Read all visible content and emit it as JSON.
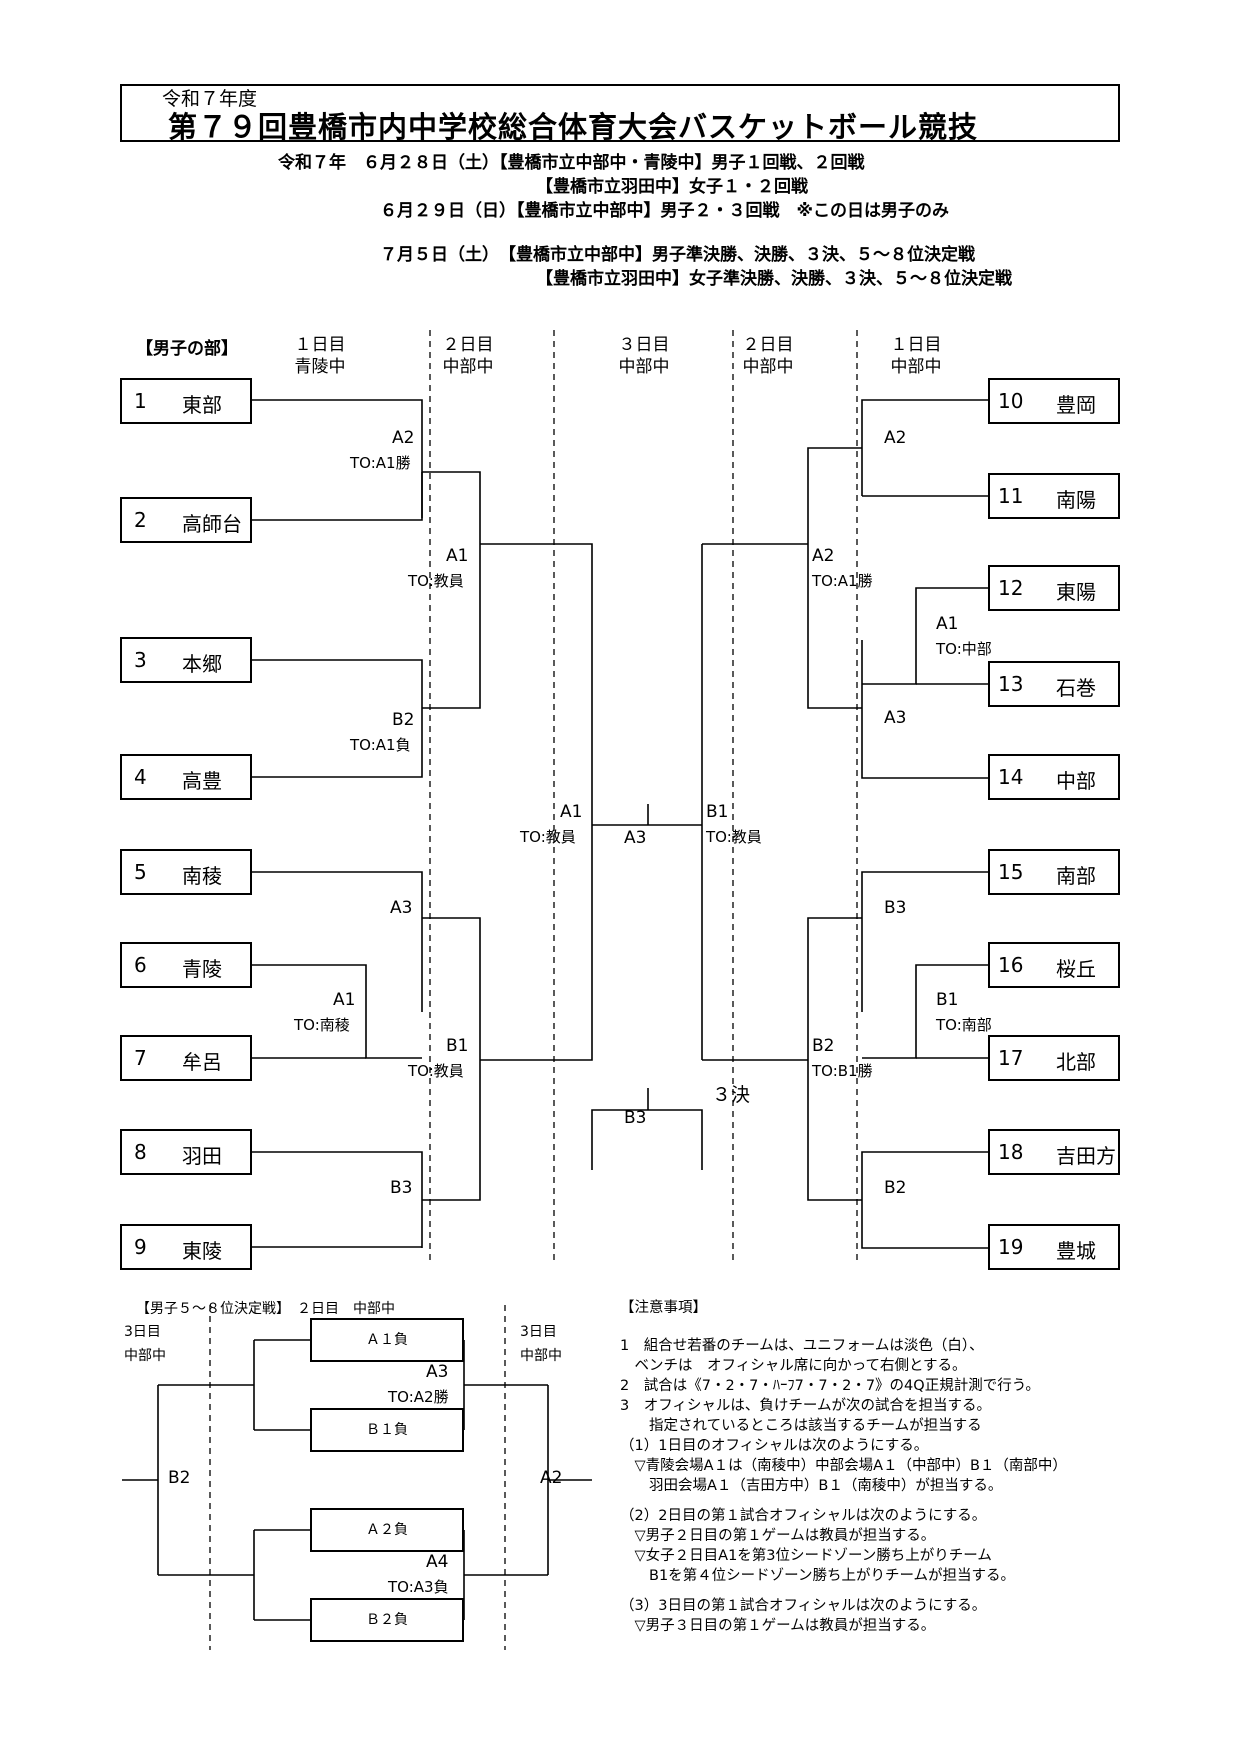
{
  "header": {
    "era": "令和７年度",
    "title": "第７９回豊橋市内中学校総合体育大会バスケットボール競技",
    "schedule": [
      "令和７年　６月２８日（土）【豊橋市立中部中・青陵中】男子１回戦、２回戦",
      "【豊橋市立羽田中】女子１・２回戦",
      "６月２９日（日）【豊橋市立中部中】男子２・３回戦　※この日は男子のみ",
      "７月５日（土）　【豊橋市立中部中】男子準決勝、決勝、３決、５～８位決定戦",
      "【豊橋市立羽田中】女子準決勝、決勝、３決、５～８位決定戦"
    ]
  },
  "bracket": {
    "section_label": "【男子の部】",
    "columns": [
      {
        "day": "１日目",
        "venue": "青陵中"
      },
      {
        "day": "２日目",
        "venue": "中部中"
      },
      {
        "day": "３日目",
        "venue": "中部中"
      },
      {
        "day": "２日目",
        "venue": "中部中"
      },
      {
        "day": "１日目",
        "venue": "中部中"
      }
    ],
    "left_teams": [
      {
        "num": "1",
        "name": "東部"
      },
      {
        "num": "2",
        "name": "高師台"
      },
      {
        "num": "3",
        "name": "本郷"
      },
      {
        "num": "4",
        "name": "高豊"
      },
      {
        "num": "5",
        "name": "南稜"
      },
      {
        "num": "6",
        "name": "青陵"
      },
      {
        "num": "7",
        "name": "牟呂"
      },
      {
        "num": "8",
        "name": "羽田"
      },
      {
        "num": "9",
        "name": "東陵"
      }
    ],
    "right_teams": [
      {
        "num": "10",
        "name": "豊岡"
      },
      {
        "num": "11",
        "name": "南陽"
      },
      {
        "num": "12",
        "name": "東陽"
      },
      {
        "num": "13",
        "name": "石巻"
      },
      {
        "num": "14",
        "name": "中部"
      },
      {
        "num": "15",
        "name": "南部"
      },
      {
        "num": "16",
        "name": "桜丘"
      },
      {
        "num": "17",
        "name": "北部"
      },
      {
        "num": "18",
        "name": "吉田方"
      },
      {
        "num": "19",
        "name": "豊城"
      }
    ],
    "games": {
      "l_a2": "A2",
      "l_a2_to": "TO:A1勝",
      "l_a1": "A1",
      "l_a1_to": "TO:教員",
      "l_b2": "B2",
      "l_b2_to": "TO:A1負",
      "l_a3": "A3",
      "l_a1b": "A1",
      "l_a1b_to": "TO:南稜",
      "l_b1": "B1",
      "l_b1_to": "TO:教員",
      "l_b3": "B3",
      "c_a1": "A1",
      "c_a1_to": "TO:教員",
      "c_a3": "A3",
      "c_b1": "B1",
      "c_b1_to": "TO:教員",
      "c_b3": "B3",
      "third": "３決",
      "r_a2": "A2",
      "r_a2b": "A2",
      "r_a2b_to": "TO:A1勝",
      "r_a1": "A1",
      "r_a1_to": "TO:中部",
      "r_a3": "A3",
      "r_b3": "B3",
      "r_b1": "B1",
      "r_b1_to": "TO:南部",
      "r_b2b": "B2",
      "r_b2b_to": "TO:B1勝",
      "r_b2": "B2"
    }
  },
  "placement": {
    "title": "【男子５～８位決定戦】　２日目　中部中",
    "left_day": "3日目",
    "left_venue": "中部中",
    "right_day": "3日目",
    "right_venue": "中部中",
    "boxes": [
      "Ａ１負",
      "Ｂ１負",
      "Ａ２負",
      "Ｂ２負"
    ],
    "a3": "A3",
    "a3_to": "TO:A2勝",
    "a4": "A4",
    "a4_to": "TO:A3負",
    "b2": "B2",
    "a2": "A2"
  },
  "notes": {
    "heading": "【注意事項】",
    "lines": [
      "1　組合せ若番のチームは、ユニフォームは淡色（白）、",
      "　ベンチは　オフィシャル席に向かって右側とする。",
      "2　試合は《7・2・7・ﾊｰﾌ7・7・2・7》の4Q正規計測で行う。",
      "3　オフィシャルは、負けチームが次の試合を担当する。",
      "　　指定されているところは該当するチームが担当する",
      "（1）1日目のオフィシャルは次のようにする。",
      "　▽青陵会場A１は（南稜中）中部会場A１（中部中）B１（南部中）",
      "　　羽田会場A１（吉田方中）B１（南稜中）が担当する。",
      "",
      "（2）2日目の第１試合オフィシャルは次のようにする。",
      "　▽男子２日目の第１ゲームは教員が担当する。",
      "　▽女子２日目A1を第3位シードゾーン勝ち上がりチーム",
      "　　B1を第４位シードゾーン勝ち上がりチームが担当する。",
      "",
      "（3）3日目の第１試合オフィシャルは次のようにする。",
      "　▽男子３日目の第１ゲームは教員が担当する。"
    ]
  }
}
